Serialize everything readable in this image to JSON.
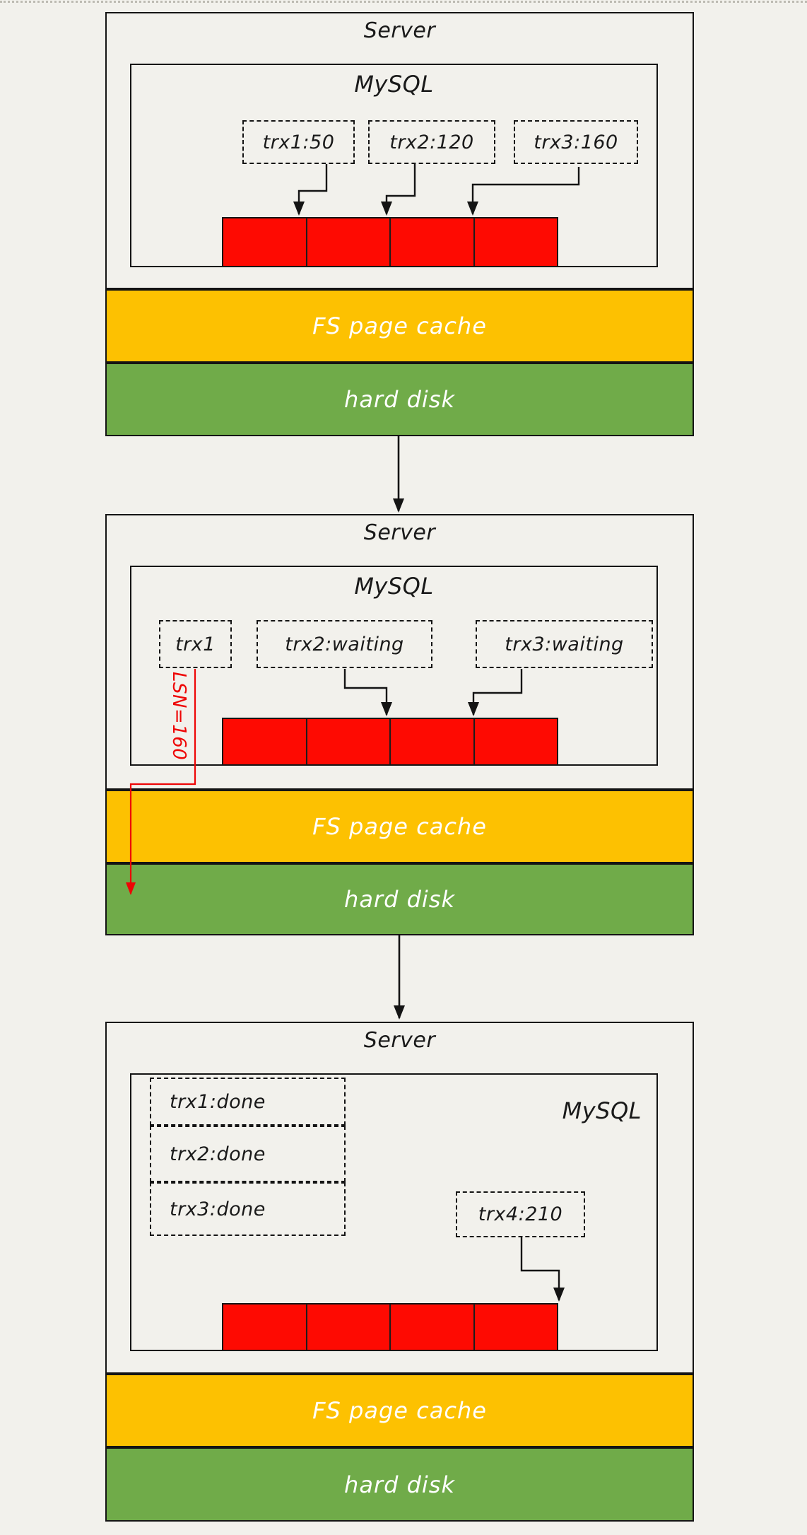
{
  "page": {
    "background_color": "#f2f1ec",
    "line_color": "#141414"
  },
  "colors": {
    "log_buffer_red": "#fe0a02",
    "fs_cache_yellow": "#fdc101",
    "hard_disk_green": "#70ab49",
    "lsn_arrow_red": "#ee0505"
  },
  "panels": [
    {
      "server_label": "Server",
      "mysql_label": "MySQL",
      "transactions": [
        {
          "label": "trx1:50"
        },
        {
          "label": "trx2:120"
        },
        {
          "label": "trx3:160"
        }
      ],
      "cache_label": "FS page cache",
      "disk_label": "hard disk"
    },
    {
      "server_label": "Server",
      "mysql_label": "MySQL",
      "transactions": [
        {
          "label": "trx1"
        },
        {
          "label": "trx2:waiting"
        },
        {
          "label": "trx3:waiting"
        }
      ],
      "lsn_label": "LSN=160",
      "cache_label": "FS page cache",
      "disk_label": "hard disk"
    },
    {
      "server_label": "Server",
      "mysql_label": "MySQL",
      "transactions": [
        {
          "label": "trx1:done"
        },
        {
          "label": "trx2:done"
        },
        {
          "label": "trx3:done"
        },
        {
          "label": "trx4:210"
        }
      ],
      "cache_label": "FS page cache",
      "disk_label": "hard disk"
    }
  ]
}
